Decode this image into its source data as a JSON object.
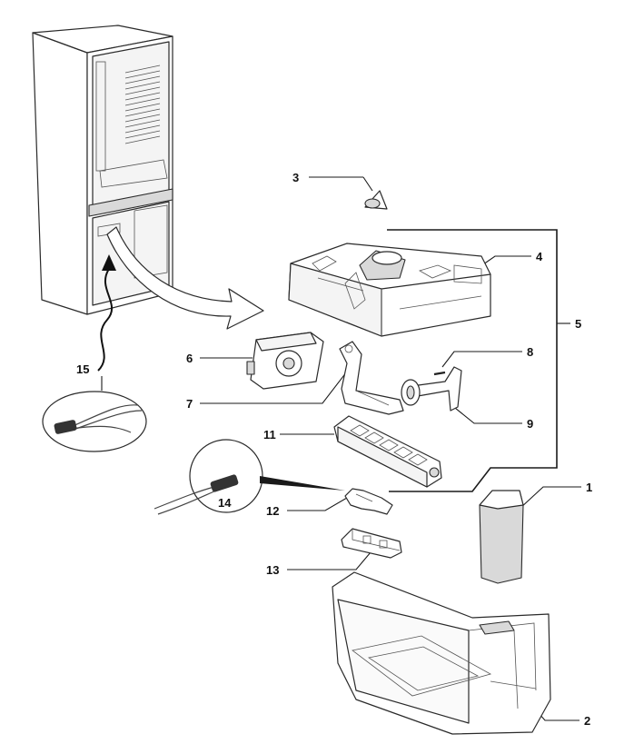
{
  "callouts": [
    {
      "id": "1",
      "text": "1"
    },
    {
      "id": "2",
      "text": "2"
    },
    {
      "id": "3",
      "text": "3"
    },
    {
      "id": "4",
      "text": "4"
    },
    {
      "id": "5",
      "text": "5"
    },
    {
      "id": "6",
      "text": "6"
    },
    {
      "id": "7",
      "text": "7"
    },
    {
      "id": "8",
      "text": "8"
    },
    {
      "id": "9",
      "text": "9"
    },
    {
      "id": "11",
      "text": "11"
    },
    {
      "id": "12",
      "text": "12"
    },
    {
      "id": "13",
      "text": "13"
    },
    {
      "id": "14",
      "text": "14"
    },
    {
      "id": "15",
      "text": "15"
    }
  ],
  "colors": {
    "line": "#1a1a1a",
    "part_fill": "#f4f4f4",
    "shade": "#d9d9d9",
    "background": "#ffffff"
  }
}
